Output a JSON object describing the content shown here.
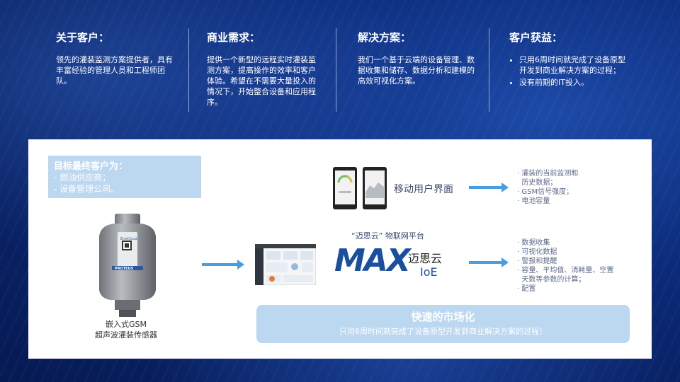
{
  "columns": [
    {
      "title": "关于客户：",
      "text": "领先的灌装监测方案提供者，具有丰富经验的管理人员和工程师团队。"
    },
    {
      "title": "商业需求：",
      "text": "提供一个新型的远程实时灌装监测方案，提高操作的效率和客户体验。希望在不需要大量投入的情况下，开始整合设备和应用程序。"
    },
    {
      "title": "解决方案：",
      "text": "我们一个基于云端的设备管理、数据收集和储存、数据分析和建模的高效可视化方案。"
    },
    {
      "title": "客户获益：",
      "items": [
        "只用6周时间就完成了设备原型开发到商业解决方案的过程；",
        "没有前期的IT投入。"
      ]
    }
  ],
  "target": {
    "title": "目标最终客户为：",
    "lines": [
      "- 燃油供应商；",
      "- 设备管理公司。"
    ]
  },
  "sensor": {
    "brand": "PROTEUS",
    "tag": "EnvCloud",
    "caption_line1": "嵌入式GSM",
    "caption_line2": "超声波灌装传感器"
  },
  "mobile": {
    "label": "移动用户界面",
    "bullets": [
      "· 灌装的当前监测和",
      "  历史数据；",
      "· GSM信号强度；",
      "· 电池容量"
    ]
  },
  "platform": {
    "label": "“迈思云” 物联网平台",
    "logo_text": "MAX",
    "name_cn": "迈思云",
    "name_en": "IoE",
    "bullets": [
      "· 数据收集",
      "· 可视化数据",
      "· 警报和提醒",
      "· 容量、平均值、消耗量、空置",
      "  天数等参数的计算；",
      "· 配置"
    ]
  },
  "banner": {
    "title": "快速的市场化",
    "text": "只用6周时间就完成了设备原型开发到商业解决方案的过程！"
  },
  "colors": {
    "accent": "#4a9de0",
    "panel_highlight": "#bcd7f0",
    "logo_blue": "#1a4fa0"
  }
}
